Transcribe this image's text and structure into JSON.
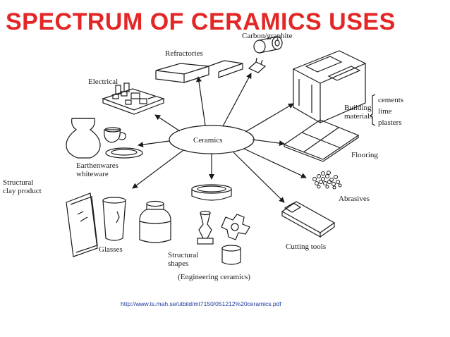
{
  "slide": {
    "title": "SPECTRUM OF CERAMICS USES",
    "source_url": "http://www.ts.mah.se/utbild/mt7150/051212%20ceramics.pdf"
  },
  "diagram": {
    "center": "Ceramics",
    "labels": {
      "carbon": "Carbon/graphite",
      "refractories": "Refractories",
      "electrical": "Electrical",
      "building_line1": "Building",
      "building_line2": "materials",
      "cements": "cements",
      "lime": "lime",
      "plasters": "plasters",
      "flooring": "Flooring",
      "earthenwares_line1": "Earthenwares",
      "earthenwares_line2": "whiteware",
      "structural_clay_line1": "Structural",
      "structural_clay_line2": "clay product",
      "abrasives": "Abrasives",
      "glasses": "Glasses",
      "structural_shapes_line1": "Structural",
      "structural_shapes_line2": "shapes",
      "cutting_tools": "Cutting tools",
      "engineering": "(Engineering ceramics)"
    },
    "icons": [
      "carbon-tube-icon",
      "refractory-brick-icon",
      "circuit-board-icon",
      "cinder-block-icon",
      "floor-tiles-icon",
      "vase-cup-plate-icon",
      "abrasive-grains-icon",
      "glass-jar-icon",
      "structural-parts-icon",
      "cutting-tool-icon"
    ],
    "colors": {
      "title": "#e32626",
      "line": "#1a1a1a",
      "link": "#1f3b9c"
    }
  }
}
